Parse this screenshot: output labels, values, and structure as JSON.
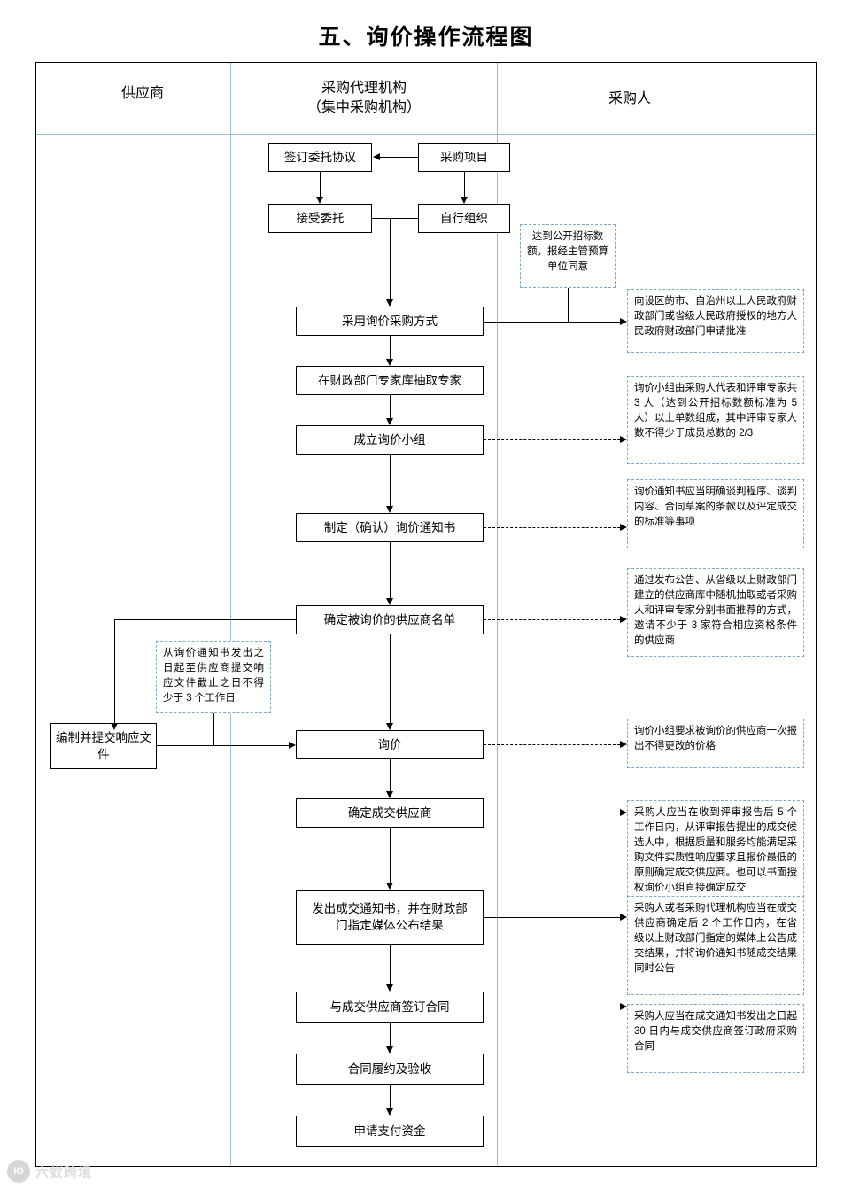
{
  "title": "五、询价操作流程图",
  "columns": [
    {
      "id": "supplier",
      "label": "供应商"
    },
    {
      "id": "agency",
      "label": "采购代理机构\n（集中采购机构）"
    },
    {
      "id": "purchaser",
      "label": "采购人"
    }
  ],
  "columns_flat": {
    "supplier": "供应商",
    "agency_line1": "采购代理机构",
    "agency_line2": "（集中采购机构）",
    "purchaser": "采购人"
  },
  "nodes": [
    {
      "id": "n1",
      "label": "签订委托协议"
    },
    {
      "id": "n2",
      "label": "采购项目"
    },
    {
      "id": "n3",
      "label": "接受委托"
    },
    {
      "id": "n4",
      "label": "自行组织"
    },
    {
      "id": "n5",
      "label": "采用询价采购方式"
    },
    {
      "id": "n6",
      "label": "在财政部门专家库抽取专家"
    },
    {
      "id": "n7",
      "label": "成立询价小组"
    },
    {
      "id": "n8",
      "label": "制定（确认）询价通知书"
    },
    {
      "id": "n9",
      "label": "确定被询价的供应商名单"
    },
    {
      "id": "n10",
      "label": "编制并提交响应文件"
    },
    {
      "id": "n11",
      "label": "询价"
    },
    {
      "id": "n12",
      "label": "确定成交供应商"
    },
    {
      "id": "n13",
      "label": "发出成交通知书，并在财政部门指定媒体公布结果"
    },
    {
      "id": "n14",
      "label": "与成交供应商签订合同"
    },
    {
      "id": "n15",
      "label": "合同履约及验收"
    },
    {
      "id": "n16",
      "label": "申请支付资金"
    }
  ],
  "notes": [
    {
      "id": "note1",
      "text": "达到公开招标数额，报经主管预算单位同意"
    },
    {
      "id": "note2",
      "text": "向设区的市、自治州以上人民政府财政部门或省级人民政府授权的地方人民政府财政部门申请批准"
    },
    {
      "id": "note3",
      "text": "询价小组由采购人代表和评审专家共 3 人（达到公开招标数额标准为 5 人）以上单数组成，其中评审专家人数不得少于成员总数的 2/3"
    },
    {
      "id": "note4",
      "text": "询价通知书应当明确谈判程序、谈判内容、合同草案的条款以及评定成交的标准等事项"
    },
    {
      "id": "note5",
      "text": "通过发布公告、从省级以上财政部门建立的供应商库中随机抽取或者采购人和评审专家分别书面推荐的方式，邀请不少于 3 家符合相应资格条件的供应商"
    },
    {
      "id": "note6",
      "text": "从询价通知书发出之日起至供应商提交响应文件截止之日不得少于 3 个工作日"
    },
    {
      "id": "note7",
      "text": "询价小组要求被询价的供应商一次报出不得更改的价格"
    },
    {
      "id": "note8",
      "text": "采购人应当在收到评审报告后 5 个工作日内，从评审报告提出的成交候选人中，根据质量和服务均能满足采购文件实质性响应要求且报价最低的原则确定成交供应商。也可以书面授权询价小组直接确定成交"
    },
    {
      "id": "note9",
      "text": "采购人或者采购代理机构应当在成交供应商确定后 2 个工作日内，在省级以上财政部门指定的媒体上公告成交结果，并将询价通知书随成交结果同时公告"
    },
    {
      "id": "note10",
      "text": "采购人应当在成交通知书发出之日起 30 日内与成交供应商签订政府采购合同"
    }
  ],
  "watermark": {
    "logo": "IO",
    "text": "六蚁跨境"
  },
  "colors": {
    "border": "#000000",
    "note_border": "#7fa7c9",
    "lane_line": "#9db9d6",
    "background": "#ffffff"
  }
}
